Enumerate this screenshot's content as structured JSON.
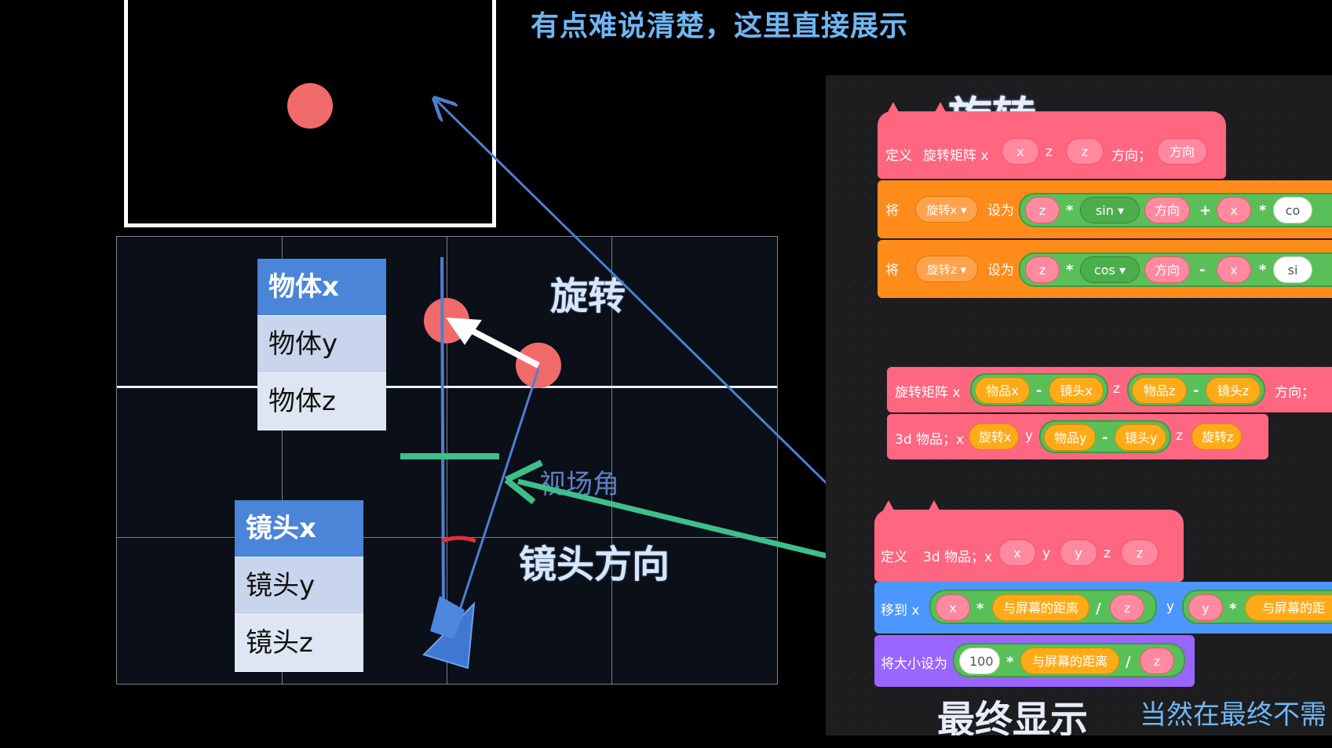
{
  "caption": "有点难说清楚，这里直接展示",
  "diagram": {
    "object_vars": [
      "物体x",
      "物体y",
      "物体z"
    ],
    "camera_vars": [
      "镜头x",
      "镜头y",
      "镜头z"
    ],
    "label_rotate": "旋转",
    "label_fov": "视场角",
    "label_camera_dir": "镜头方向"
  },
  "colors": {
    "dot": "#f06a6a",
    "line_blue": "#4f7ed0",
    "arrow_green": "#3fbf8a",
    "header_blue": "#4a85d8",
    "pink_block": "#ff6680",
    "orange_block": "#ff8c1a",
    "purple_block": "#9966ff",
    "blue_block": "#4c97ff",
    "green_block": "#59c059"
  },
  "scratch": {
    "title": "旋转",
    "def1": {
      "define": "定义",
      "name": "旋转矩阵 x",
      "sep1": "z",
      "sep2": "方向；",
      "args": [
        "x",
        "z",
        "方向"
      ]
    },
    "set1": {
      "set": "将",
      "var": "旋转x ▾",
      "to": "设为",
      "a": "z",
      "f": "sin ▾",
      "b": "方向",
      "op1": "*",
      "op2": "+",
      "c": "x",
      "op3": "*",
      "d": "co"
    },
    "set2": {
      "set": "将",
      "var": "旋转z ▾",
      "to": "设为",
      "a": "z",
      "f": "cos ▾",
      "b": "方向",
      "op1": "*",
      "op2": "-",
      "c": "x",
      "op3": "*",
      "d": "si"
    },
    "call1": {
      "name": "旋转矩阵 x",
      "a": "物品x",
      "b": "镜头x",
      "zlabel": "z",
      "c": "物品z",
      "d": "镜头z",
      "dir": "方向；",
      "minus": "-"
    },
    "call2": {
      "name": "3d 物品；x",
      "a": "旋转x",
      "ylabel": "y",
      "b": "物品y",
      "c": "镜头y",
      "zlabel": "z",
      "d": "旋转z",
      "minus": "-"
    },
    "def2": {
      "define": "定义",
      "name": "3d 物品；x",
      "ylabel": "y",
      "zlabel": "z",
      "args": [
        "x",
        "y",
        "z"
      ]
    },
    "move": {
      "label": "移到 x",
      "a": "x",
      "b": "与屏幕的距离",
      "c": "z",
      "ylabel": "y",
      "d": "y",
      "e": "与屏幕的距",
      "op1": "*",
      "op2": "/",
      "op3": "*"
    },
    "size": {
      "label": "将大小设为",
      "a": "100",
      "b": "与屏幕的距离",
      "c": "z",
      "op1": "*",
      "op2": "/"
    },
    "footer": "最终显示",
    "note": "当然在最终不需"
  }
}
